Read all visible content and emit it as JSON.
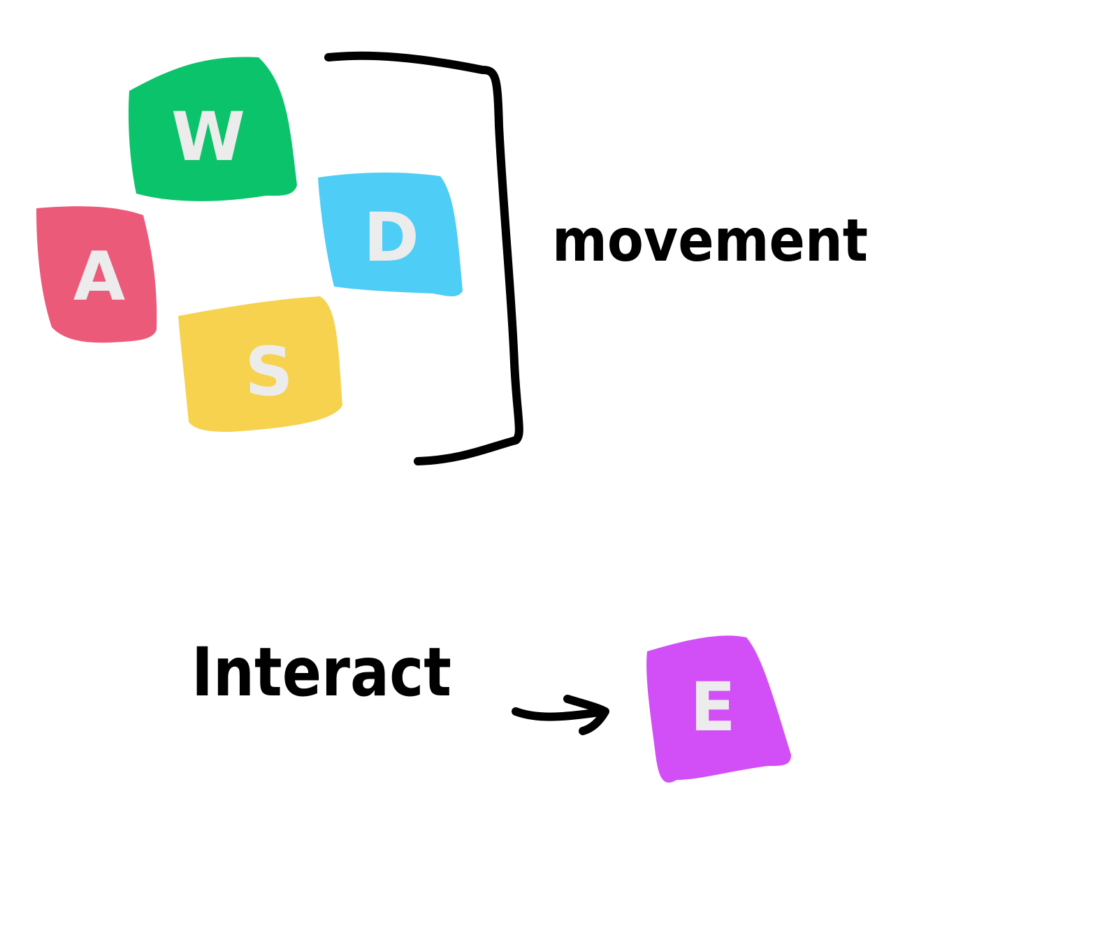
{
  "keys": {
    "w": {
      "label": "W",
      "color": "#0bc36a"
    },
    "a": {
      "label": "A",
      "color": "#ec5a7a"
    },
    "s": {
      "label": "S",
      "color": "#f6d24e"
    },
    "d": {
      "label": "D",
      "color": "#4ecdf6"
    },
    "e": {
      "label": "E",
      "color": "#d24ff7"
    }
  },
  "labels": {
    "movement": "movement",
    "interact": "Interact"
  },
  "colors": {
    "ink": "#000000",
    "letter": "#ececec",
    "background": "#ffffff"
  }
}
